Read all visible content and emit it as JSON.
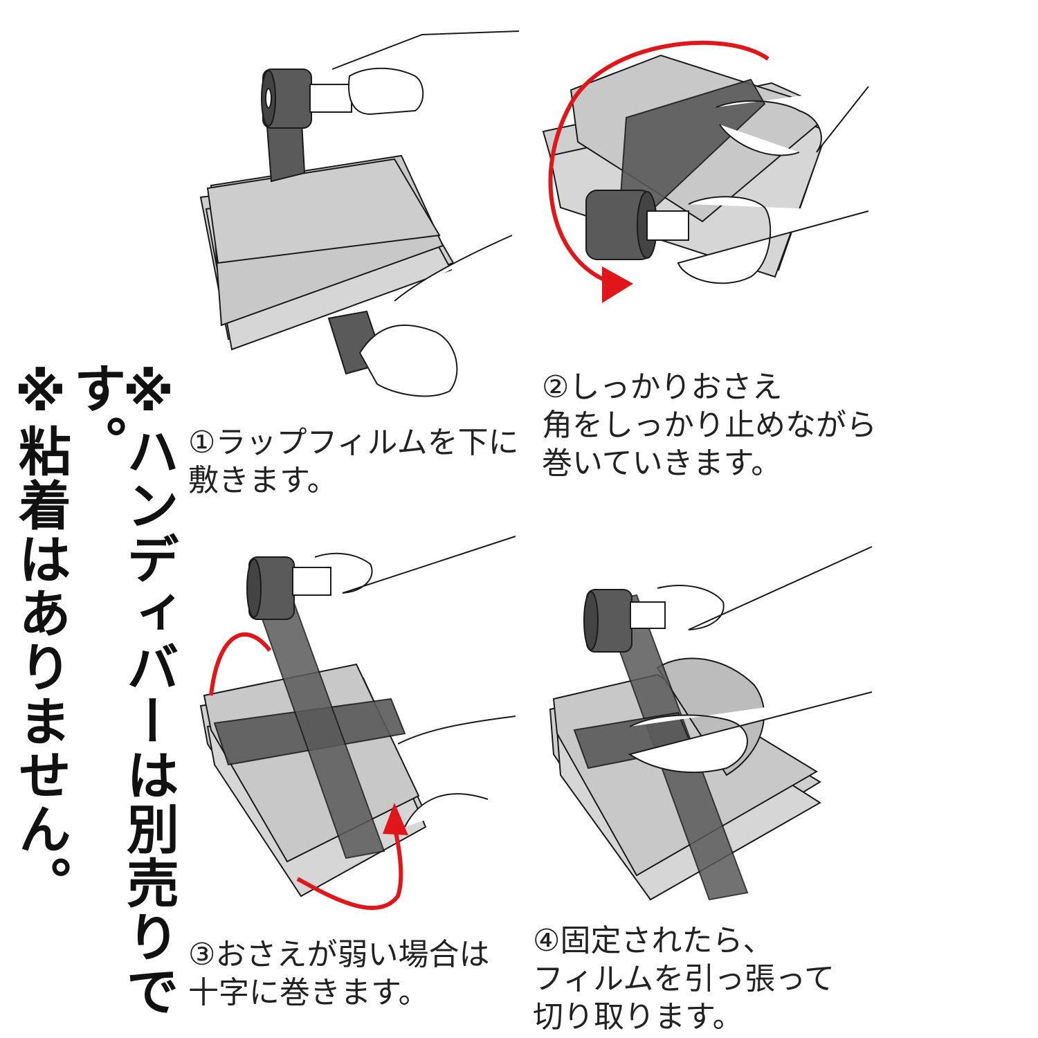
{
  "notes": {
    "handy_bar": "※ハンディバーは別売りです。",
    "no_adhesive": "※粘着はありません。"
  },
  "steps": [
    {
      "lines": [
        "①ラップフィルムを下に",
        "敷きます。"
      ]
    },
    {
      "lines": [
        "②しっかりおさえ",
        "角をしっかり止めながら",
        "巻いていきます。"
      ]
    },
    {
      "lines": [
        "③おさえが弱い場合は",
        "十字に巻きます。"
      ]
    },
    {
      "lines": [
        "④固定されたら、",
        "フィルムを引っ張って",
        "切り取ります。"
      ]
    }
  ],
  "colors": {
    "paper": "#cfcfcf",
    "film": "#5a5a5a",
    "outline": "#1a1a1a",
    "arrow": "#e0161b",
    "skin": "#ffffff"
  }
}
